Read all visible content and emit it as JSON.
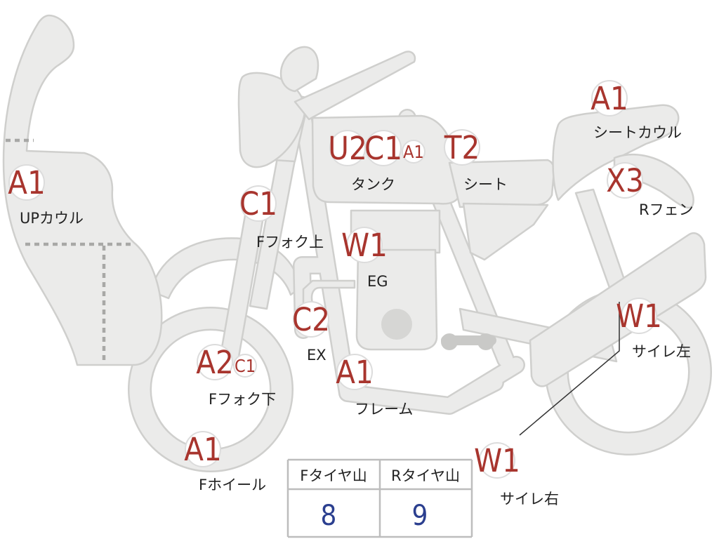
{
  "parts": {
    "up_cowl": {
      "code": "A1",
      "label": "UPカウル"
    },
    "f_fork_upper": {
      "code": "C1",
      "label": "Fフォク上"
    },
    "tank": {
      "codes": [
        "U2",
        "C1",
        "A1"
      ],
      "label": "タンク"
    },
    "seat": {
      "code": "T2",
      "label": "シート"
    },
    "seat_cowl": {
      "code": "A1",
      "label": "シートカウル"
    },
    "r_fender": {
      "code": "X3",
      "label": "Rフェン"
    },
    "engine": {
      "code": "W1",
      "label": "EG"
    },
    "exhaust": {
      "code": "C2",
      "label": "EX"
    },
    "f_fork_lower": {
      "codes": [
        "A2",
        "C1"
      ],
      "label": "Fフォク下"
    },
    "frame": {
      "code": "A1",
      "label": "フレーム"
    },
    "f_wheel": {
      "code": "A1",
      "label": "Fホイール"
    },
    "muffler_left": {
      "code": "W1",
      "label": "サイレ左"
    },
    "muffler_right": {
      "code": "W1",
      "label": "サイレ右"
    }
  },
  "tire_tread": {
    "headers": [
      "Fタイヤ山",
      "Rタイヤ山"
    ],
    "values": [
      "8",
      "9"
    ]
  },
  "colors": {
    "part_fill": "#ebebea",
    "part_stroke": "#cfcfcd",
    "code_red": "#a8352e",
    "value_blue": "#2b3f8f"
  }
}
